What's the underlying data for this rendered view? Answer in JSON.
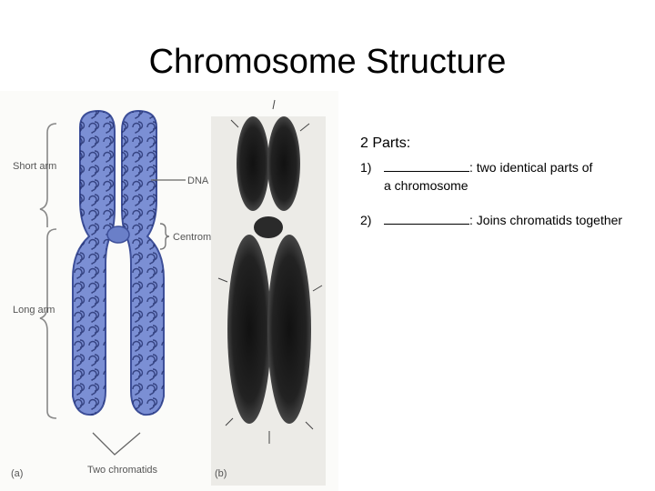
{
  "slide": {
    "title": "Chromosome Structure"
  },
  "figure": {
    "label_short_arm": "Short arm",
    "label_long_arm": "Long arm",
    "label_dna": "DNA",
    "label_centromere": "Centromere",
    "label_two_chromatids": "Two chromatids",
    "label_panel_a": "(a)",
    "label_panel_b": "(b)",
    "chromatid_color": "#7b8fd4",
    "micrograph_color": "#1a1a1a"
  },
  "notes": {
    "heading": "2 Parts:",
    "item1_number": "1)",
    "item1_text": ": two identical parts of",
    "item1_continuation": "a chromosome",
    "item2_number": "2)",
    "item2_text": ": Joins chromatids together"
  }
}
